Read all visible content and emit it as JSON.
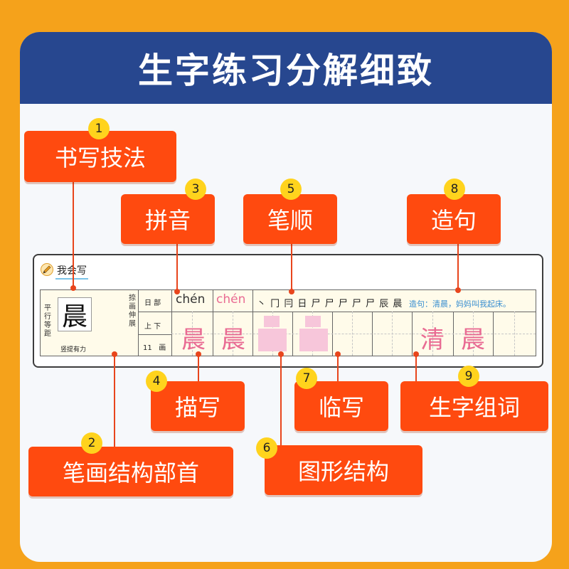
{
  "header": {
    "title": "生字练习分解细致"
  },
  "card": {
    "title": "我会写"
  },
  "technique": {
    "char": "晨",
    "side_label": "平行等距",
    "bottom_label": "竖提有力",
    "right_label": "捺画伸展"
  },
  "structure": {
    "radical_label": "日  部",
    "structure_label": "上  下",
    "stroke_count": "11",
    "stroke_unit": "画"
  },
  "pinyin": {
    "model": "chén",
    "trace": "chén"
  },
  "stroke_order": "丶 冂 冃 日 尸 尸 尸 尸 尸 辰 晨",
  "sentence": "造句：清晨，妈妈叫我起床。",
  "practice": {
    "trace_char": "晨",
    "word_chars": [
      "清",
      "晨"
    ]
  },
  "callouts": [
    {
      "num": "1",
      "label": "书写技法"
    },
    {
      "num": "2",
      "label": "笔画结构部首"
    },
    {
      "num": "3",
      "label": "拼音"
    },
    {
      "num": "4",
      "label": "描写"
    },
    {
      "num": "5",
      "label": "笔顺"
    },
    {
      "num": "6",
      "label": "图形结构"
    },
    {
      "num": "7",
      "label": "临写"
    },
    {
      "num": "8",
      "label": "造句"
    },
    {
      "num": "9",
      "label": "生字组词"
    }
  ],
  "colors": {
    "frame": "#f5a21b",
    "banner": "#27478f",
    "callout": "#ff4a0f",
    "badge": "#ffd31d",
    "trace": "#e96b93",
    "sentence": "#3a8fd0"
  }
}
